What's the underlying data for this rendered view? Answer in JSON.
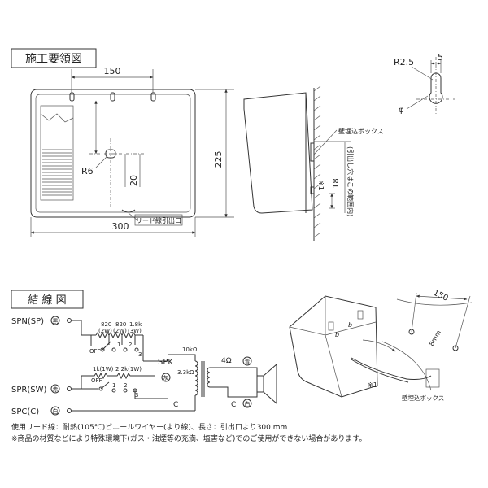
{
  "section1": {
    "title": "施工要領図"
  },
  "dims": {
    "w150": "150",
    "h225": "225",
    "w300": "300",
    "r6": "R6",
    "d20": "20",
    "d18": "18",
    "r25": "R2.5",
    "d5": "5",
    "phi": "φ"
  },
  "labels": {
    "lead_outlet": "リード線引出口",
    "wall_box": "壁埋込ボックス",
    "mark1": "※1",
    "lead_hole_pos": "(引出し穴はこの範囲内)",
    "wall_box2": "壁埋込ボックス",
    "mark1b": "※1",
    "w150b": "150",
    "d8mm": "8mm"
  },
  "section2": {
    "title": "結 線 図"
  },
  "wiring": {
    "spn": "SPN(SP)",
    "spn_color": "黒",
    "spr": "SPR(SW)",
    "spr_color": "赤",
    "spc": "SPC(C)",
    "spc_color": "白",
    "r1": "820",
    "r1w": "(2W)",
    "r2": "820",
    "r2w": "(2W)",
    "r3": "1.8k",
    "r3w": "(3W)",
    "r4": "1k(1W)",
    "r5": "2.2k(1W)",
    "off1": "OFF",
    "off2": "OFF",
    "n1": "1",
    "n2": "2",
    "n3": "3",
    "n1b": "1",
    "n2b": "2",
    "n3b": "3",
    "spk": "SPK",
    "spk_color": "灰",
    "r10k": "10kΩ",
    "r33k": "3.3kΩ",
    "ohm4": "4Ω",
    "c_label": "C",
    "c_label2": "C",
    "blue": "青",
    "white": "白"
  },
  "notes": {
    "line1": "使用リード線：耐熱(105℃)ビニールワイヤー(より線)、長さ：引出口より300 mm",
    "line2": "※商品の材質などにより特殊環境下(ガス・油煙等の充満、塩害など)でのご使用ができない場合があります。"
  }
}
